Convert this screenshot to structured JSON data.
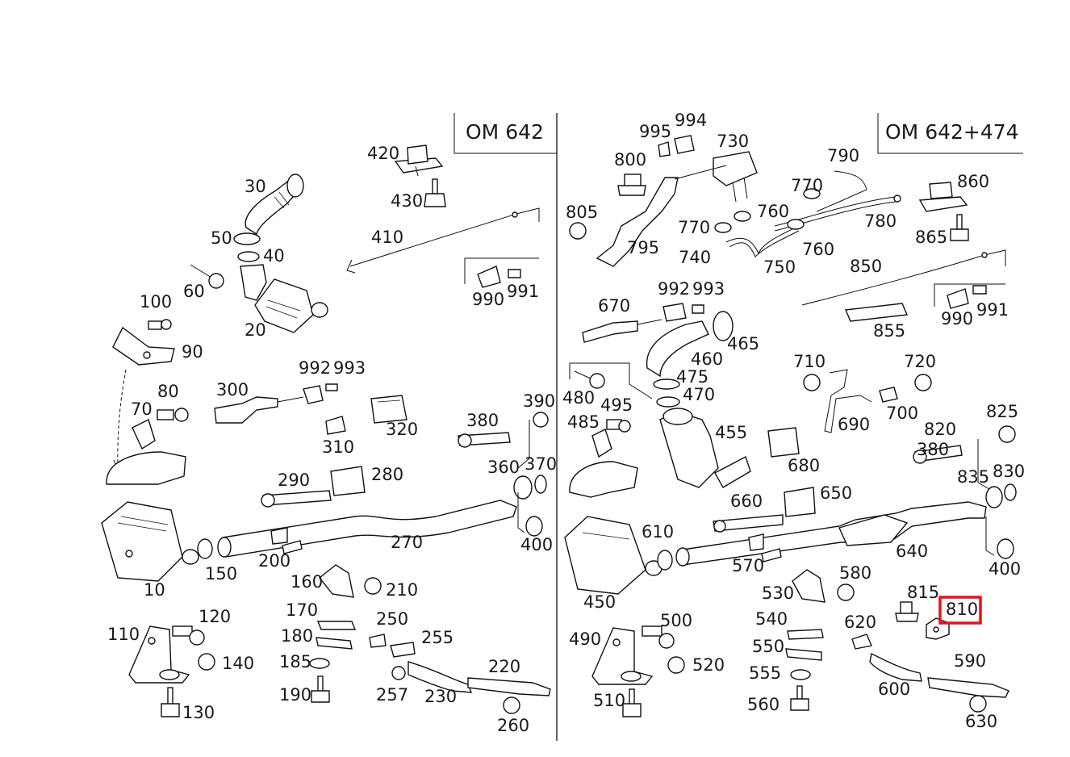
{
  "diagram": {
    "engine_left": "OM 642",
    "engine_right": "OM 642+474",
    "highlighted_part": "810",
    "highlight_color": "#e0141a",
    "labels_left": [
      "420",
      "430",
      "410",
      "30",
      "50",
      "40",
      "60",
      "20",
      "990",
      "991",
      "100",
      "90",
      "80",
      "70",
      "300",
      "992",
      "993",
      "310",
      "320",
      "380",
      "390",
      "360",
      "370",
      "290",
      "280",
      "270",
      "400",
      "10",
      "150",
      "200",
      "160",
      "210",
      "170",
      "180",
      "185",
      "190",
      "250",
      "255",
      "257",
      "230",
      "220",
      "260",
      "110",
      "120",
      "140",
      "130"
    ],
    "labels_right": [
      "995",
      "994",
      "730",
      "800",
      "790",
      "770",
      "860",
      "805",
      "760",
      "780",
      "865",
      "770",
      "795",
      "740",
      "750",
      "760",
      "850",
      "992",
      "993",
      "670",
      "990",
      "991",
      "465",
      "460",
      "855",
      "475",
      "710",
      "720",
      "480",
      "495",
      "470",
      "485",
      "690",
      "700",
      "455",
      "825",
      "380",
      "820",
      "680",
      "835",
      "830",
      "650",
      "660",
      "640",
      "610",
      "570",
      "580",
      "400",
      "450",
      "530",
      "815",
      "810",
      "500",
      "540",
      "620",
      "490",
      "520",
      "550",
      "590",
      "555",
      "600",
      "510",
      "560",
      "630"
    ]
  }
}
